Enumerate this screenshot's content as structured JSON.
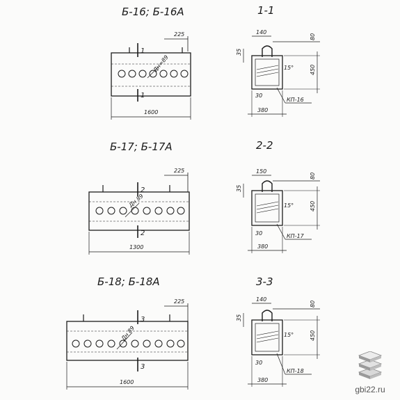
{
  "drawings": [
    {
      "title": "Б-16; Б-16А",
      "dim_top": "225",
      "dim_length": "1600",
      "hole_label": "Дн=89",
      "cut_top": "1",
      "cut_bottom": "1"
    },
    {
      "title": "Б-17; Б-17А",
      "dim_top": "225",
      "dim_length": "1300",
      "hole_label": "Дн 89",
      "cut_top": "2",
      "cut_bottom": "2"
    },
    {
      "title": "Б-18; Б-18А",
      "dim_top": "225",
      "dim_length": "1600",
      "hole_label": "Дн 89",
      "cut_top": "3",
      "cut_bottom": "3"
    }
  ],
  "sections": [
    {
      "title": "1-1",
      "dim_top": "140",
      "dim_right_top": "80",
      "dim_left": "35",
      "angle": "15°",
      "dim_height": "450",
      "dim_bottom_small": "30",
      "dim_width": "380",
      "frame_label": "КП-16"
    },
    {
      "title": "2-2",
      "dim_top": "150",
      "dim_right_top": "80",
      "dim_left": "35",
      "angle": "15°",
      "dim_height": "450",
      "dim_bottom_small": "30",
      "dim_width": "380",
      "frame_label": "КП-17"
    },
    {
      "title": "3-3",
      "dim_top": "140",
      "dim_right_top": "80",
      "dim_left": "35",
      "angle": "15°",
      "dim_height": "450",
      "dim_bottom_small": "30",
      "dim_width": "380",
      "frame_label": "КП-18"
    }
  ],
  "watermark": {
    "site": "gbi22.ru",
    "logo_icon": "stacked-slabs-icon"
  }
}
